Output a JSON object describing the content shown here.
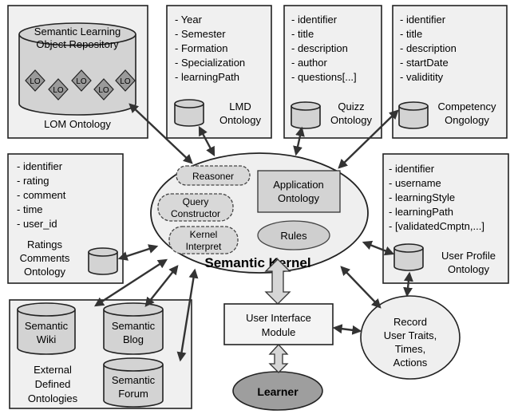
{
  "repository": {
    "title_line1": "Semantic Learning",
    "title_line2": "Object Repository",
    "lo_label": "LO",
    "caption": "LOM Ontology"
  },
  "lmd": {
    "fields": [
      "- Year",
      "- Semester",
      "- Formation",
      "- Specialization",
      "- learningPath"
    ],
    "caption_line1": "LMD",
    "caption_line2": "Ontology"
  },
  "quizz": {
    "fields": [
      "- identifier",
      "- title",
      "- description",
      "- author",
      "- questions[...]"
    ],
    "caption_line1": "Quizz",
    "caption_line2": "Ontology"
  },
  "competency": {
    "fields": [
      "- identifier",
      "- title",
      "- description",
      "- startDate",
      "- validitity"
    ],
    "caption_line1": "Competency",
    "caption_line2": "Ongology"
  },
  "ratings": {
    "fields": [
      "- identifier",
      "- rating",
      "- comment",
      "- time",
      "- user_id"
    ],
    "caption_line1": "Ratings",
    "caption_line2": "Comments",
    "caption_line3": "Ontology"
  },
  "kernel": {
    "title": "Semantic Kernel",
    "reasoner": "Reasoner",
    "query_line1": "Query",
    "query_line2": "Constructor",
    "kernel_line1": "Kernel",
    "kernel_line2": "Interpret",
    "app_line1": "Application",
    "app_line2": "Ontology",
    "rules": "Rules"
  },
  "user_profile": {
    "fields": [
      "- identifier",
      "- username",
      "- learningStyle",
      "- learningPath",
      "- [validatedCmptn,...]"
    ],
    "caption_line1": "User Profile",
    "caption_line2": "Ontology"
  },
  "external": {
    "wiki_line1": "Semantic",
    "wiki_line2": "Wiki",
    "blog_line1": "Semantic",
    "blog_line2": "Blog",
    "forum_line1": "Semantic",
    "forum_line2": "Forum",
    "caption_line1": "External",
    "caption_line2": "Defined",
    "caption_line3": "Ontologies"
  },
  "ui_module": {
    "line1": "User Interface",
    "line2": "Module"
  },
  "record": {
    "line1": "Record",
    "line2": "User Traits,",
    "line3": "Times,",
    "line4": "Actions"
  },
  "learner": {
    "label": "Learner"
  }
}
